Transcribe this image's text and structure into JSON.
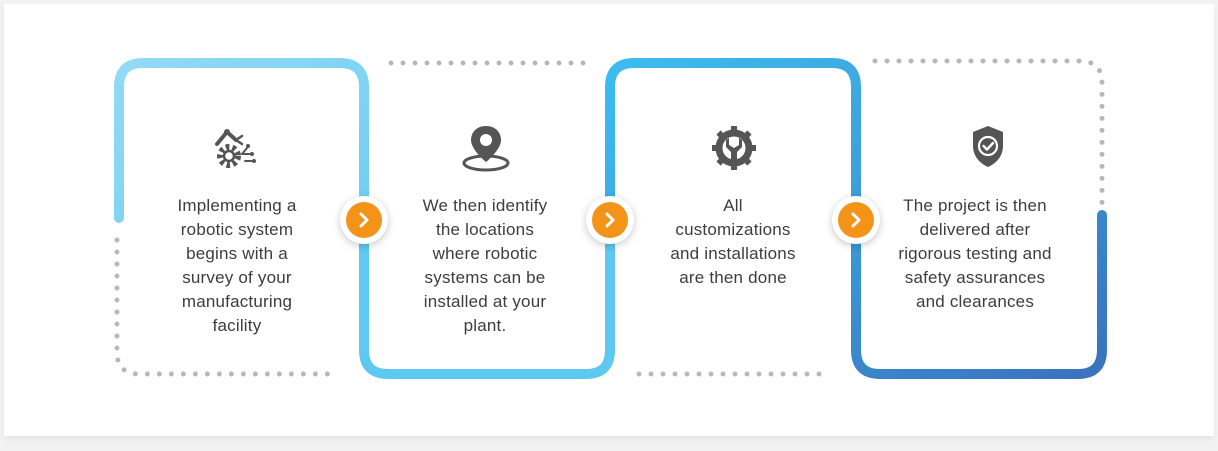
{
  "colors": {
    "blue_light": "#8ad7f4",
    "blue_mid": "#4cc3ef",
    "blue_dark": "#3a84c5",
    "dotted_gray": "#b7b7b7",
    "icon_gray": "#555555",
    "arrow_orange": "#f39419",
    "text": "#3d3d3d"
  },
  "steps": [
    {
      "icon": "robot-arm-gear-icon",
      "text": "Implementing a\nrobotic system\nbegins with a\nsurvey of your\nmanufacturing\nfacility"
    },
    {
      "icon": "location-pin-icon",
      "text": "We then identify\nthe locations\nwhere robotic\nsystems can be\ninstalled at your\nplant."
    },
    {
      "icon": "gear-wrench-icon",
      "text": "All\ncustomizations\nand installations\nare then done"
    },
    {
      "icon": "shield-check-icon",
      "text": "The project is then\ndelivered after\nrigorous testing and\nsafety assurances\nand clearances"
    }
  ],
  "arrows": [
    {
      "icon": "chevron-right-icon"
    },
    {
      "icon": "chevron-right-icon"
    },
    {
      "icon": "chevron-right-icon"
    }
  ]
}
